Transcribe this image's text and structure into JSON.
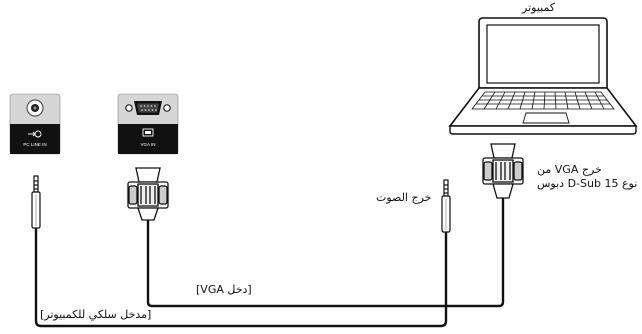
{
  "ports": {
    "pc_line_in": "PC LINE IN",
    "vga_in": "VGA IN"
  },
  "labels": {
    "computer": "كمبيوتر",
    "vga_out_line1": "خرج VGA من",
    "vga_out_line2": "نوع 15 D-Sub دبوس",
    "audio_out": "خرج الصوت",
    "vga_in_cable": "[دخل VGA]",
    "pc_wire_in": "[مدخل سلكي للكمبيوتر]"
  }
}
